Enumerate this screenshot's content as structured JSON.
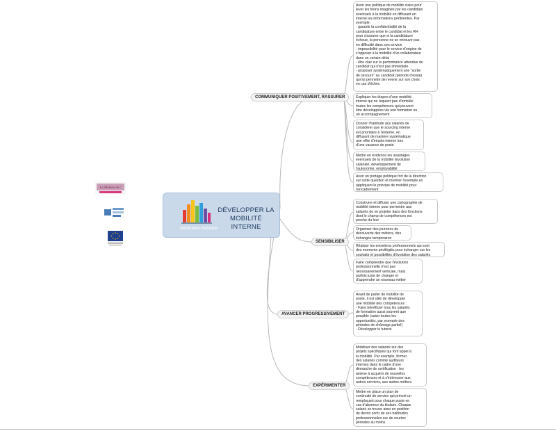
{
  "central": {
    "title_line1": "DÉVELOPPER LA",
    "title_line2": "MOBILITÉ INTERNE",
    "brand": "Génération Industrie"
  },
  "branches": [
    {
      "label": "COMMUNIQUER POSITIVEMENT, RASSURER",
      "leaves": [
        "Avoir une politique de mobilité claire pour\nlever les freins imaginés par les candidats\néventuels à la mobilité en diffusant en\ninterne les informations pertinentes. Par\nexemple :\n- garantir la confidentialité de la\ncandidature entre le candidat et les RH\npour s'assurer que si la candidature\néchoue, la personne ne se retrouve pas\nen difficulté dans son service\n- impossibilité pour le service d'origine de\ns'opposer à la mobilité d'un collaborateur\ndans un certain délai\n- être clair sur la performance attendue du\ncandidat qui n'est pas immédiate\n- proposer systématiquement une \"sortie\nde secours\" au candidat (période d'essai)\nqui lui permette de revenir sur son choix\nen cas d'échec",
        "Expliquer les étapes d'une mobilité\ninterne qui ne requiert pas d'emblée\ntoutes les compétences qui peuvent\nêtre développées via une formation ou\nun accompagnement",
        "Donner l'habitude aux salariés de\nconsidérer que le sourcing interne\nest prioritaire à l'externe, en\ndiffusant de manière systématique\nune offre d'emploi interne lors\nd'une vacance de poste",
        "Mettre en évidence les avantages\néventuels de la mobilité (évolution\nsalariale, développement de\nl'autonomie, employabilité",
        "Avoir un portage politique fort de la direction\nsur cette question et montrer l'exemple en\nappliquant le principe de mobilité pour\nl'encadrement"
      ]
    },
    {
      "label": "SENSIBILISER",
      "leaves": [
        "Construire et diffuser une cartographie de\nmobilité interne pour permettre aux\nsalariés de se projeter dans des fonctions\ndont le champ de compétences est\nproche du leur",
        "Organiser des journées de\ndécouverte des métiers, des\néchanges temporaires",
        "Réaliser les entretiens professionnels qui sont\ndes moments privilégiés pour échanger sur les\nsouhaits et possibilités d'évolution des salariés",
        "Faire comprendre que l'évolution\nprofessionnelle n'est pas\nnécessairement verticale, mais\nparfois juste de changer et\nd'apprendre un nouveau métier"
      ]
    },
    {
      "label": "AVANCER PROGRESSIVEMENT",
      "leaves": [
        "Avant de parler de mobilité de\nposte, il est utile de développer\nune mobilité des compétences :\n- Faire bénéficier tous les salariés\nde formation aussi souvent que\npossible (saisir toutes les\nopportunités, par exemple des\npériodes de chômage partiel)\n- Développer le tutorat"
      ]
    },
    {
      "label": "EXPÉRIMENTER",
      "leaves": [
        "Mobiliser des salariés sur des\nprojets spécifiques qui font appel à\nla mobilité. Par exemple, former\ndes salariés comme auditeurs\ninternes dans le cadre d'une\ndémarche de certification : les\namène à acquérir de nouvelles\ncompétences et à s'intéresser aux\nautres services, aux autres métiers",
        "Mettre en place un plan de\ncontinuité de service qui prévoit un\nremplaçant pour chaque poste en\ncas d'absence du titulaire. Chaque\nsalarié se trouve ainsi en position\nde devoir sortir de ses habitudes\nprofessionnelles sur de courtes\npériodes au moins"
      ]
    }
  ],
  "logos": {
    "logo1": "La Maison de l'Emploi",
    "logo2": "Fonds Social Européen",
    "logo3": "Union Européenne"
  },
  "colors": {
    "central_bg": "#c9d9ea",
    "connector": "#b8b8b8",
    "branch_bg": "#f4f4f4"
  }
}
